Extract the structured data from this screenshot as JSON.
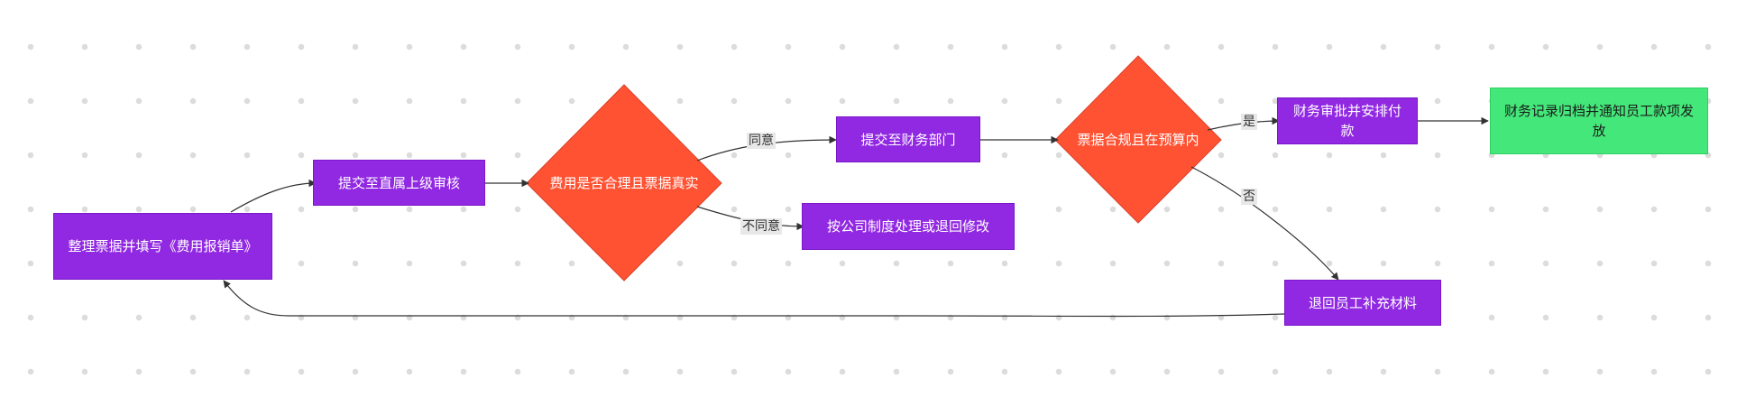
{
  "colors": {
    "process": "#9128e2",
    "decision": "#ff5233",
    "terminal": "#44e87a",
    "edge": "#333333",
    "label_bg": "#e8e8e8"
  },
  "nodes": {
    "prepare": "整理票据并填写《费用报销单》",
    "submit_supervisor": "提交至直属上级审核",
    "decision_reasonable": "费用是否合理且票据真实",
    "submit_finance": "提交至财务部门",
    "reject_policy": "按公司制度处理或退回修改",
    "decision_budget": "票据合规且在预算内",
    "finance_pay": "财务审批并安排付款",
    "archive_notify": "财务记录归档并通知员工款项发放",
    "return_employee": "退回员工补充材料"
  },
  "edge_labels": {
    "agree": "同意",
    "disagree": "不同意",
    "yes": "是",
    "no": "否"
  }
}
